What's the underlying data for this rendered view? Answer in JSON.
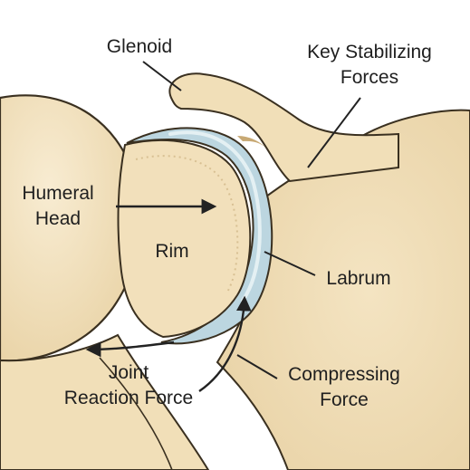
{
  "labels": {
    "glenoid": "Glenoid",
    "key_line1": "Key Stabilizing",
    "key_line2": "Forces",
    "humeral_line1": "Humeral",
    "humeral_line2": "Head",
    "rim": "Rim",
    "labrum": "Labrum",
    "joint_line1": "Joint",
    "joint_line2": "Reaction Force",
    "compress_line1": "Compressing",
    "compress_line2": "Force"
  },
  "colors": {
    "background": "#ffffff",
    "bone": "#f3e2bf",
    "bone_shade": "#e6cf9f",
    "outline": "#3a3020",
    "labrum": "#bcd6e0",
    "labrum_highlight": "#e4f0f3",
    "text": "#1f1f1f",
    "arrow": "#222222"
  }
}
